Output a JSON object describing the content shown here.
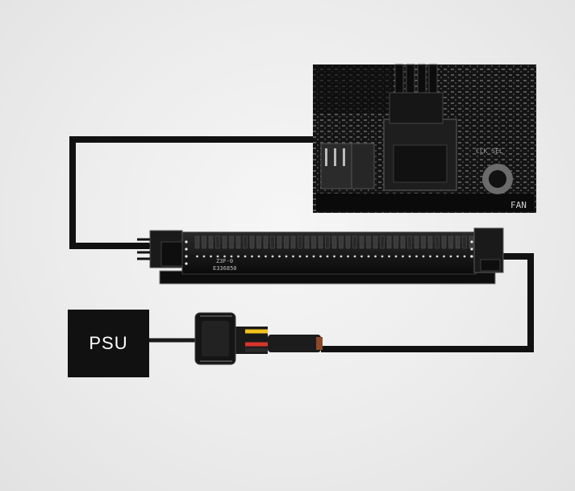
{
  "psu": {
    "label": "PSU"
  },
  "motherboard": {
    "fan_header_label": "FAN",
    "silkscreen_text": "CLK_SEL"
  },
  "hub": {
    "pcb_text_1": "Z3F-0",
    "pcb_text_2": "E336850"
  },
  "colors": {
    "cable": "#111111",
    "background": "#ececec",
    "wire_yellow": "#f2c21a",
    "wire_red": "#d9352b",
    "wire_black": "#1a1a1a"
  }
}
